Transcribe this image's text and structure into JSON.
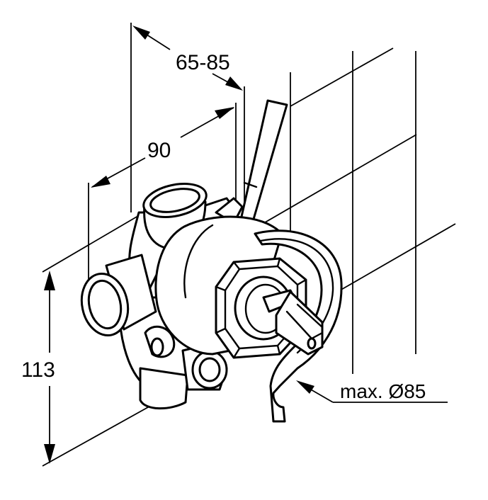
{
  "dimensions": {
    "depth_range": "65-85",
    "width": "90",
    "height": "113",
    "max_diameter": "max. Ø85"
  },
  "colors": {
    "line": "#000000",
    "background": "#ffffff"
  }
}
